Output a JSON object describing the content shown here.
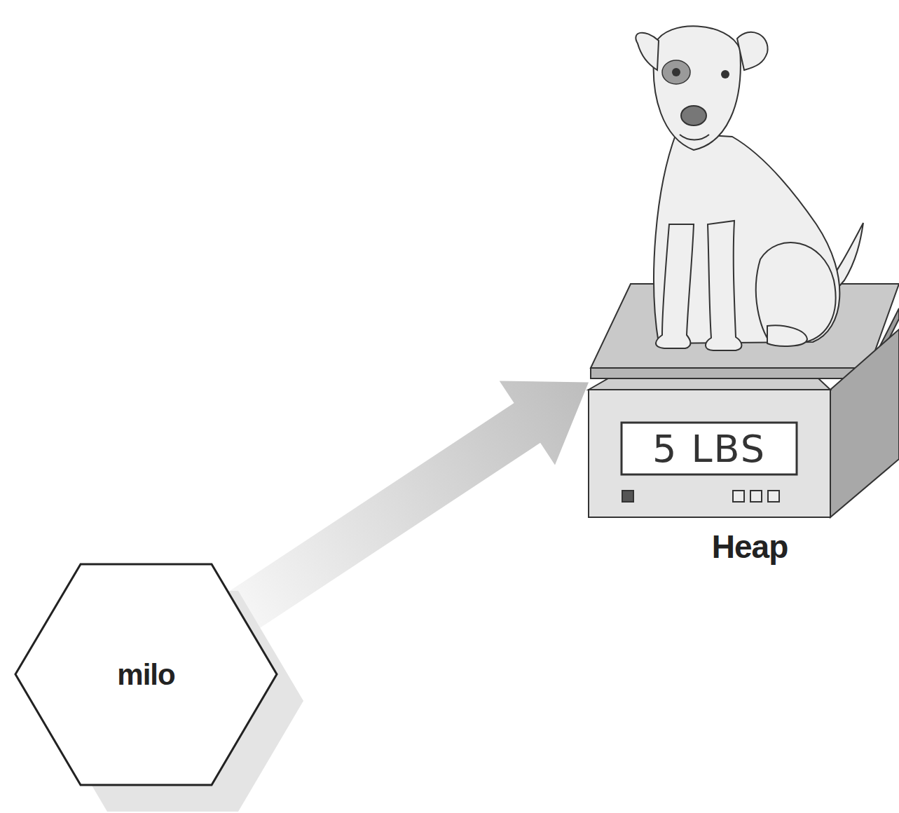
{
  "diagram": {
    "nodes": [
      {
        "text": [
          "milo"
        ]
      },
      {
        "text": [
          "5 LBS",
          "Heap"
        ]
      }
    ],
    "edges": [
      {
        "from": 0,
        "to": 1,
        "arrow": "to"
      }
    ]
  }
}
